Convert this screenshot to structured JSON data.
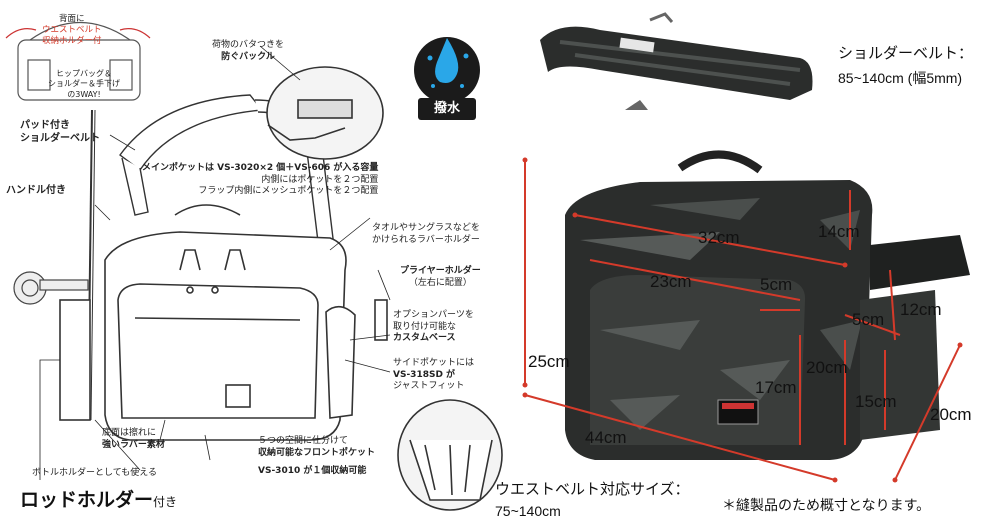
{
  "left": {
    "callout_top_3way": [
      "背面に",
      "ウエストベルト",
      "収納ホルダー付",
      "ヒップバッグ＆",
      "ショルダー＆手下げ",
      "の3WAY!"
    ],
    "buckle": [
      "荷物のバタつきを",
      "防ぐバックル"
    ],
    "padded_belt": [
      "パッド付き",
      "ショルダーベルト"
    ],
    "main_pocket": [
      "メインポケットは VS-3020×2 個＋VS-606 が入る容量",
      "内側にはポケットを２つ配置",
      "フラップ内側にメッシュポケットを２つ配置"
    ],
    "handle": "ハンドル付き",
    "rubber_holder": [
      "タオルやサングラスなどを",
      "かけられるラバーホルダー"
    ],
    "plier_holder": [
      "プライヤーホルダー",
      "（左右に配置）"
    ],
    "custom_base": [
      "オプションパーツを",
      "取り付け可能な",
      "カスタムベース"
    ],
    "side_pocket": [
      "サイドポケットには",
      "VS-318SD が",
      "ジャストフィット"
    ],
    "bottom": [
      "底面は擦れに",
      "強いラバー素材"
    ],
    "front_pocket": [
      "５つの空間に仕分けて",
      "収納可能なフロントポケット"
    ],
    "vs3010": "VS-3010 が１個収納可能",
    "bottle_holder": "ボトルホルダーとしても使える",
    "rod_holder": "ロッドホルダー",
    "rod_holder_suffix": "付き",
    "waterproof": "撥水"
  },
  "right": {
    "shoulder_belt_title": "ショルダーベルト：",
    "shoulder_belt_size": "85~140cm (幅5mm)",
    "dims": {
      "d32": "32cm",
      "d14": "14cm",
      "d23": "23cm",
      "d5a": "5cm",
      "d5b": "5cm",
      "d12": "12cm",
      "d25": "25cm",
      "d20a": "20cm",
      "d17": "17cm",
      "d15": "15cm",
      "d44": "44cm",
      "d20b": "20cm"
    },
    "waist_title": "ウエストベルト対応サイズ：",
    "waist_size": "75~140cm",
    "note": "＊縫製品のため概寸となります。"
  },
  "colors": {
    "accent_red": "#d43a2a",
    "camo_dark": "#2b2d2c",
    "camo_mid": "#565a58",
    "water_blue": "#2aa7e8"
  }
}
